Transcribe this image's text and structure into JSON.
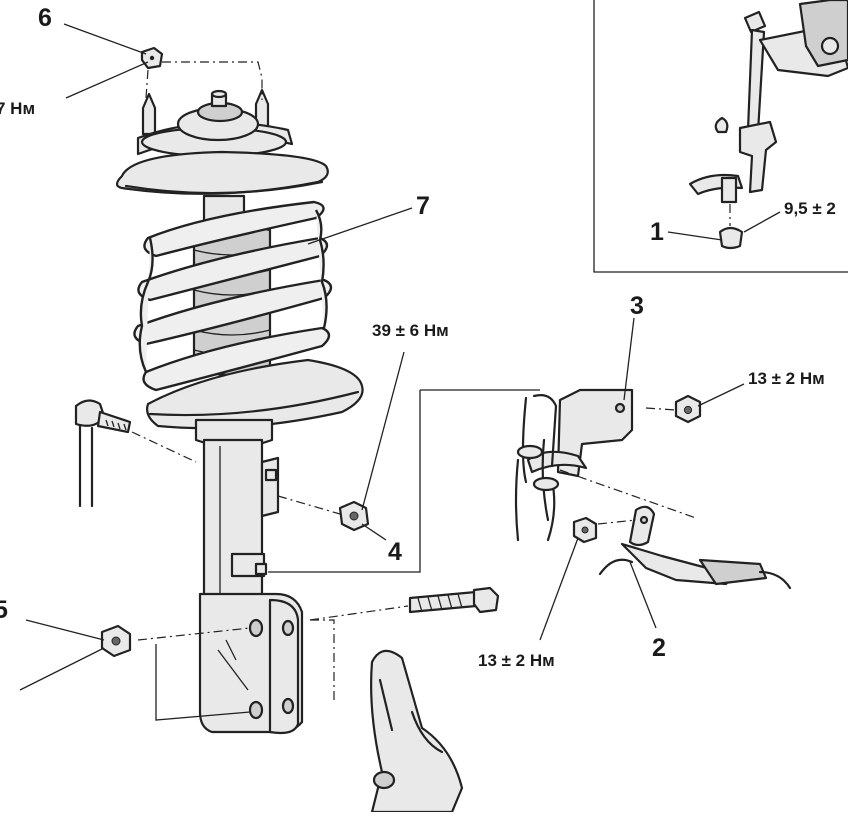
{
  "callouts": {
    "c1": "1",
    "c2": "2",
    "c3": "3",
    "c4": "4",
    "c5": "5",
    "c6": "6",
    "c7": "7"
  },
  "torques": {
    "t_top_left": "7 Нм",
    "t_inset": "9,5 ± 2",
    "t_stabilizer_nut": "39 ± 6 Нм",
    "t_bracket_right": "13 ± 2 Нм",
    "t_bracket_lower": "13 ± 2 Нм"
  }
}
